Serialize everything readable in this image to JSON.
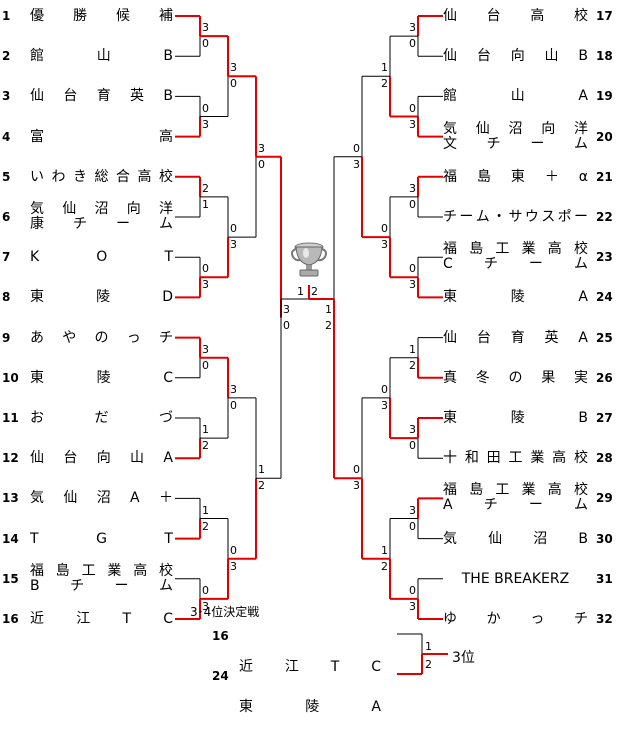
{
  "teams": [
    {
      "seed": "1",
      "name": "優　勝　候　補"
    },
    {
      "seed": "2",
      "name": "館　　山　　B"
    },
    {
      "seed": "3",
      "name": "仙台育英　B"
    },
    {
      "seed": "4",
      "name": "富　　　　高"
    },
    {
      "seed": "5",
      "name": "いわき総合高校"
    },
    {
      "seed": "6",
      "name": [
        "気仙沼向洋",
        "康チーム"
      ]
    },
    {
      "seed": "7",
      "name": "K　O　T"
    },
    {
      "seed": "8",
      "name": "東　陵　　D"
    },
    {
      "seed": "9",
      "name": "あやのっチ"
    },
    {
      "seed": "10",
      "name": "東　陵　　C"
    },
    {
      "seed": "11",
      "name": "お　だ　づ"
    },
    {
      "seed": "12",
      "name": "仙台向山　A"
    },
    {
      "seed": "13",
      "name": "気仙沼A＋"
    },
    {
      "seed": "14",
      "name": "T　G　T"
    },
    {
      "seed": "15",
      "name": [
        "福島工業高校",
        "Bチーム"
      ]
    },
    {
      "seed": "16",
      "name": "近　　江　　TC"
    },
    {
      "seed": "17",
      "name": "仙台高校"
    },
    {
      "seed": "18",
      "name": "仙台向山B"
    },
    {
      "seed": "19",
      "name": "館　　山　　A"
    },
    {
      "seed": "20",
      "name": [
        "気仙沼向洋",
        "文チーム"
      ]
    },
    {
      "seed": "21",
      "name": "福島東＋α"
    },
    {
      "seed": "22",
      "name": "チーム・サウスポー"
    },
    {
      "seed": "23",
      "name": [
        "福島工業高校",
        "Cチーム"
      ]
    },
    {
      "seed": "24",
      "name": "東　　陵　　A"
    },
    {
      "seed": "25",
      "name": "仙台育英A"
    },
    {
      "seed": "26",
      "name": "真冬の果実"
    },
    {
      "seed": "27",
      "name": "東　　陵　　B"
    },
    {
      "seed": "28",
      "name": "十和田工業高校"
    },
    {
      "seed": "29",
      "name": [
        "福島工業高校",
        "Aチーム"
      ]
    },
    {
      "seed": "30",
      "name": "気　仙　沼　B"
    },
    {
      "seed": "31",
      "name": "THE BREAKERZ"
    },
    {
      "seed": "32",
      "name": "ゆかっチ"
    }
  ],
  "scores": {
    "r1": [
      "3",
      "0",
      "0",
      "3",
      "2",
      "1",
      "0",
      "3",
      "3",
      "0",
      "1",
      "2",
      "1",
      "2",
      "0",
      "3",
      "3",
      "0",
      "0",
      "3",
      "3",
      "0",
      "0",
      "3",
      "1",
      "2",
      "3",
      "0",
      "3",
      "0",
      "0",
      "3"
    ],
    "r2": [
      "3",
      "0",
      "0",
      "3",
      "3",
      "0",
      "0",
      "3",
      "1",
      "2",
      "0",
      "3",
      "0",
      "3",
      "1",
      "2"
    ],
    "r3": [
      "3",
      "0",
      "1",
      "2",
      "0",
      "3",
      "0",
      "3"
    ],
    "r4": [
      "3",
      "0",
      "1",
      "2"
    ],
    "final": [
      "1",
      "2"
    ]
  },
  "third_place": {
    "caption": "3･4位決定戦",
    "top": {
      "seed": "16",
      "name": "近　　江　　TC",
      "score": "1"
    },
    "bottom": {
      "seed": "24",
      "name": "東　　陵　　A",
      "score": "2"
    },
    "result": "3位"
  },
  "colors": {
    "win": "#e00000",
    "lose": "#000000",
    "trophy": "#9a9a9a"
  },
  "icons": {
    "trophy": "trophy-icon"
  }
}
